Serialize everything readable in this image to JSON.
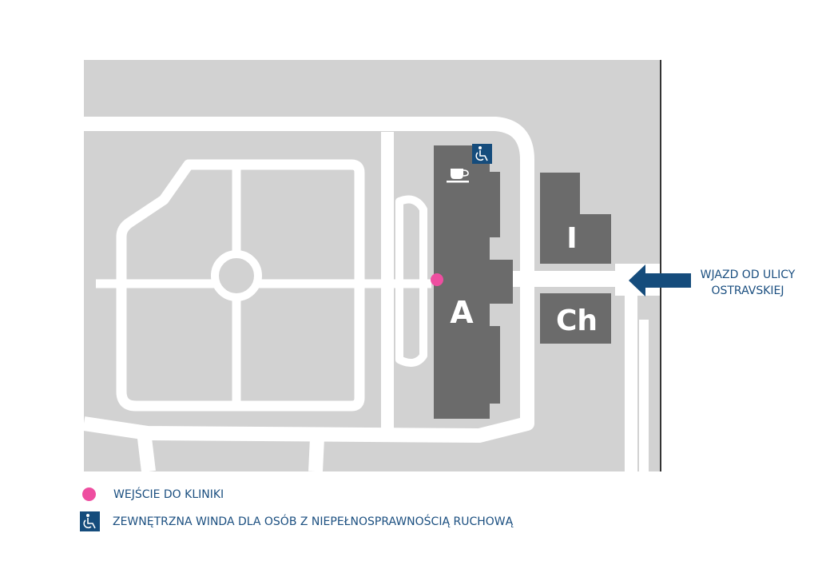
{
  "map": {
    "buildings": [
      {
        "id": "A",
        "label": "A"
      },
      {
        "id": "I",
        "label": "I"
      },
      {
        "id": "Ch",
        "label": "Ch"
      }
    ],
    "entrance_label": {
      "line1": "WJAZD OD ULICY",
      "line2": "OSTRAVSKIEJ"
    },
    "icons": [
      "cafe-icon",
      "wheelchair-icon",
      "clinic-entrance-marker",
      "arrow-left-icon"
    ],
    "colors": {
      "ground": "#d2d2d2",
      "road": "#ffffff",
      "building": "#6b6b6b",
      "entrance_dot": "#ee4ea0",
      "accent": "#154c7c"
    }
  },
  "legend": {
    "items": [
      {
        "icon": "pink-dot",
        "label": "WEJŚCIE DO KLINIKI"
      },
      {
        "icon": "wheelchair-icon",
        "label": "ZEWNĘTRZNA WINDA DLA OSÓB Z NIEPEŁNOSPRAWNOŚCIĄ RUCHOWĄ"
      }
    ]
  }
}
